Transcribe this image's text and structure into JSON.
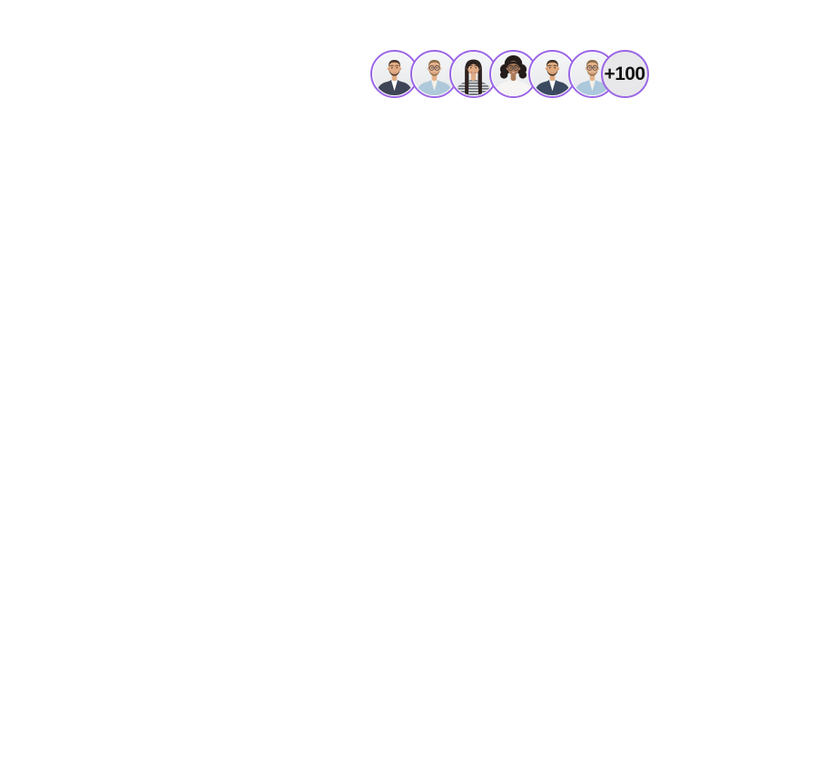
{
  "page": {
    "background_color": "#ffffff"
  },
  "avatar_group": {
    "ring_color": "#9b66e6",
    "photo_background_top": "#f5f6f7",
    "photo_background_bottom": "#e6e8ea",
    "avatars": [
      {
        "name": "avatar-1",
        "description": "Man with short dark hair and beard wearing a dark navy shirt over a white tee",
        "hair": "short",
        "hair_color": "#46352a",
        "skin_color": "#e2ab83",
        "shirt_color": "#3e4557",
        "tee_color": "#ffffff",
        "beard": true,
        "glasses": false,
        "striped": false
      },
      {
        "name": "avatar-2",
        "description": "Man with glasses and beard wearing a light blue shirt over a white tee",
        "hair": "short",
        "hair_color": "#8a6b45",
        "skin_color": "#e5b28b",
        "shirt_color": "#aec9da",
        "tee_color": "#f3f0e9",
        "beard": true,
        "glasses": true,
        "striped": false
      },
      {
        "name": "avatar-3",
        "description": "Smiling woman with long dark hair wearing a gray and white striped top",
        "hair": "long",
        "hair_color": "#2d2220",
        "skin_color": "#e0ab85",
        "shirt_color": "#70747b",
        "stripe_color": "#f2f2f2",
        "tee_color": "",
        "beard": false,
        "glasses": false,
        "striped": true
      },
      {
        "name": "avatar-4",
        "description": "Smiling woman with dark curly hair and round glasses wearing a white top",
        "hair": "curly",
        "hair_color": "#241c1a",
        "skin_color": "#ad7a58",
        "shirt_color": "#f6f5f3",
        "tee_color": "",
        "beard": false,
        "glasses": true,
        "striped": false
      },
      {
        "name": "avatar-5",
        "description": "Man with dark hair and beard wearing a dark navy shirt, hands clasped",
        "hair": "short",
        "hair_color": "#3a2c22",
        "skin_color": "#dfa87d",
        "shirt_color": "#3c4a61",
        "tee_color": "#ffffff",
        "beard": true,
        "glasses": false,
        "striped": false
      },
      {
        "name": "avatar-6",
        "description": "Man with glasses and beard wearing a light blue shirt over a white tee",
        "hair": "short",
        "hair_color": "#8a6b45",
        "skin_color": "#e5b28b",
        "shirt_color": "#abc8dc",
        "tee_color": "#f3f0e9",
        "beard": true,
        "glasses": true,
        "striped": false
      }
    ],
    "overflow_badge": {
      "label": "+100",
      "background_color": "#e8e8ea",
      "text_color": "#121212"
    }
  }
}
